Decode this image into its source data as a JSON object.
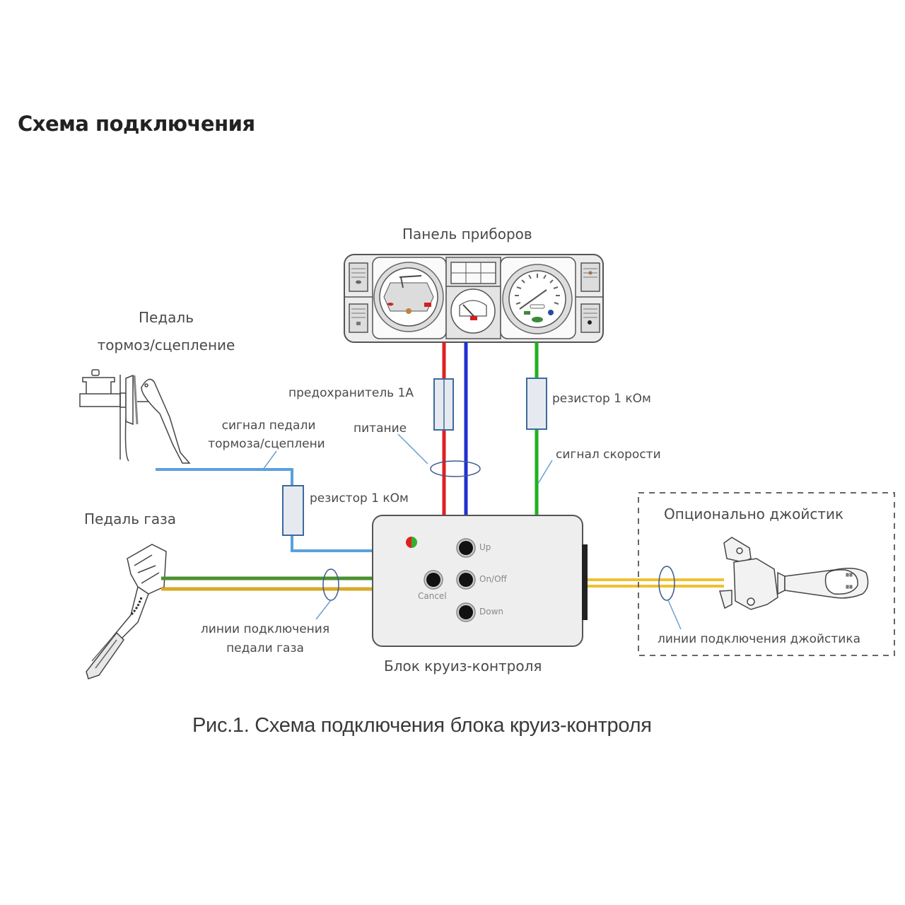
{
  "title": "Схема подключения",
  "caption": "Рис.1. Схема подключения блока круиз-контроля",
  "components": {
    "instrument_panel": {
      "label": "Панель приборов"
    },
    "brake_pedal": {
      "label_line1": "Педаль",
      "label_line2": "тормоз/сцепление"
    },
    "gas_pedal": {
      "label": "Педаль газа"
    },
    "cruise_unit": {
      "label": "Блок круиз-контроля",
      "buttons": {
        "up": "Up",
        "on_off": "On/Off",
        "down": "Down",
        "cancel": "Cancel"
      }
    },
    "joystick": {
      "label": "Опционально джойстик"
    }
  },
  "annotations": {
    "fuse": "предохранитель 1А",
    "power": "питание",
    "resistor_speed": "резистор 1 кОм",
    "speed_signal": "сигнал скорости",
    "brake_signal_line1": "сигнал педали",
    "brake_signal_line2": "тормоза/сцеплени",
    "resistor_brake": "резистор 1 кОм",
    "gas_lines_line1": "линии подключения",
    "gas_lines_line2": "педали газа",
    "joystick_lines": "линии подключения джойстика"
  },
  "wire_colors": {
    "power": "#e02020",
    "ground": "#2030d0",
    "speed": "#20b020",
    "brake": "#5aa0dc",
    "gas_green": "#4a9030",
    "gas_yellow": "#d8a828",
    "joystick": "#f0c030"
  },
  "led_colors": [
    "#e02020",
    "#30b030"
  ]
}
